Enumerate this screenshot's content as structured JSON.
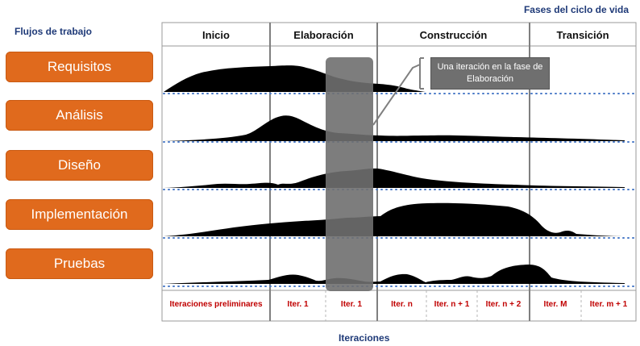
{
  "header": {
    "phases_title": "Fases del ciclo de vida",
    "workflows_title": "Flujos de trabajo",
    "iterations_title": "Iteraciones"
  },
  "phases": [
    {
      "label": "Inicio"
    },
    {
      "label": "Elaboración"
    },
    {
      "label": "Construcción"
    },
    {
      "label": "Transición"
    }
  ],
  "workflows": [
    {
      "label": "Requisitos"
    },
    {
      "label": "Análisis"
    },
    {
      "label": "Diseño"
    },
    {
      "label": "Implementación"
    },
    {
      "label": "Pruebas"
    }
  ],
  "iterations": [
    {
      "label": "Iteraciones preliminares"
    },
    {
      "label": "Iter. 1"
    },
    {
      "label": "Iter. 1"
    },
    {
      "label": "Iter. n"
    },
    {
      "label": "Iter. n + 1"
    },
    {
      "label": "Iter. n + 2"
    },
    {
      "label": "Iter. M"
    },
    {
      "label": "Iter. m + 1"
    }
  ],
  "callout": {
    "text": "Una iteración en la fase de Elaboración"
  },
  "colors": {
    "workflow_button": "#e06a1d",
    "heading_blue": "#1f3a78",
    "iteration_red": "#c00000",
    "highlight_gray": "#6f6f6f",
    "dotted_line": "#4a7ac7"
  }
}
